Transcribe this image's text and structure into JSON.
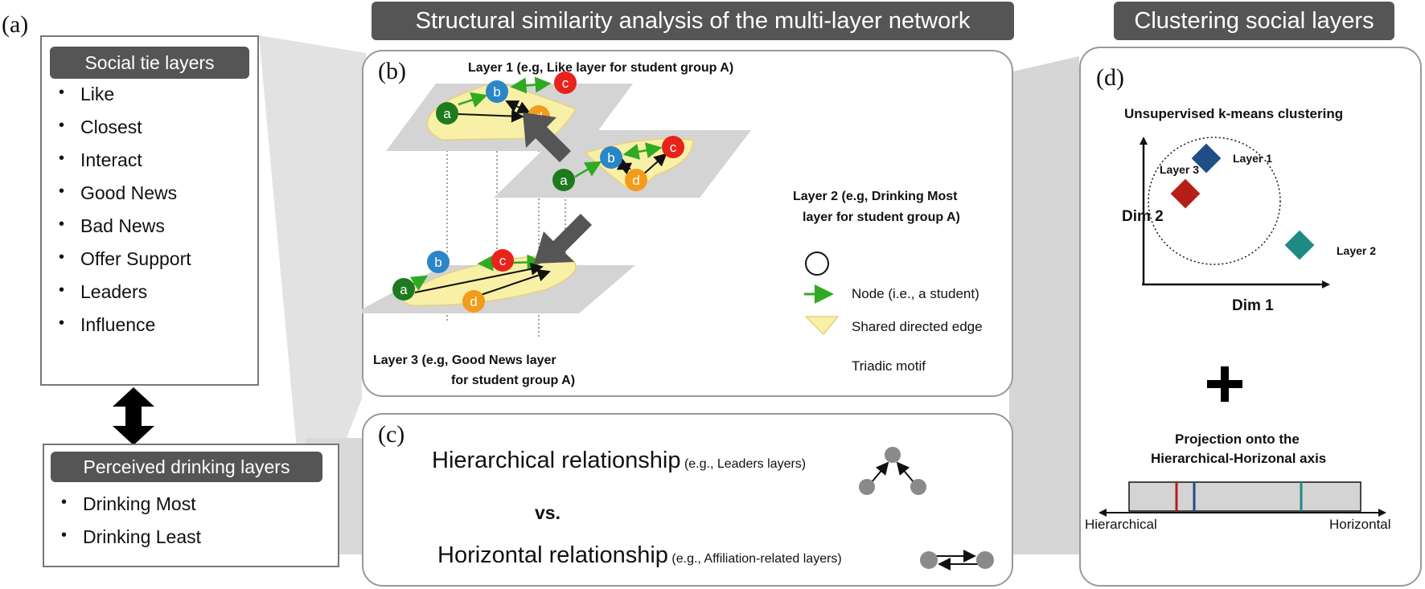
{
  "panel_labels": {
    "a": "(a)",
    "b": "(b)",
    "c": "(c)",
    "d": "(d)"
  },
  "headers": {
    "center": "Structural similarity analysis of the multi-layer network",
    "right": "Clustering social layers"
  },
  "panel_a": {
    "social_title": "Social tie layers",
    "social_items": [
      "Like",
      "Closest",
      "Interact",
      "Good News",
      "Bad News",
      "Offer Support",
      "Leaders",
      "Influence"
    ],
    "drinking_title": "Perceived drinking layers",
    "drinking_items": [
      "Drinking Most",
      "Drinking Least"
    ]
  },
  "panel_b": {
    "layer1_caption": "Layer 1 (e.g, Like layer for student group A)",
    "layer2_caption_line1": "Layer 2 (e.g, Drinking Most",
    "layer2_caption_line2": "layer for student group A)",
    "layer3_caption_line1": "Layer 3 (e.g, Good News layer",
    "layer3_caption_line2": "for student group A)",
    "node_labels": {
      "a": "a",
      "b": "b",
      "c": "c",
      "d": "d"
    },
    "legend": {
      "node": "Node (i.e., a student)",
      "edge": "Shared directed edge",
      "motif": "Triadic motif"
    },
    "colors": {
      "a": "#1e7a1e",
      "b": "#2a86c8",
      "c": "#e8231a",
      "d": "#f39b1a",
      "plane": "#d4d4d4",
      "motif": "#f8f0a6",
      "shared_edge": "#2faa22"
    }
  },
  "panel_c": {
    "hier_main": "Hierarchical relationship",
    "hier_example": "(e.g., Leaders layers)",
    "vs": "vs.",
    "horiz_main": "Horizontal relationship",
    "horiz_example": "(e.g., Affiliation-related layers)"
  },
  "panel_d": {
    "title": "Unsupervised k-means clustering",
    "xlabel": "Dim 1",
    "ylabel": "Dim 2",
    "layer1": "Layer 1",
    "layer2": "Layer 2",
    "layer3": "Layer 3",
    "plus": "+",
    "projection_line1": "Projection onto the",
    "projection_line2": "Hierarchical-Horizonal axis",
    "axis_left": "Hierarchical",
    "axis_right": "Horizontal",
    "colors": {
      "layer1": "#1f4e86",
      "layer2": "#1f8a84",
      "layer3": "#b52016"
    }
  }
}
